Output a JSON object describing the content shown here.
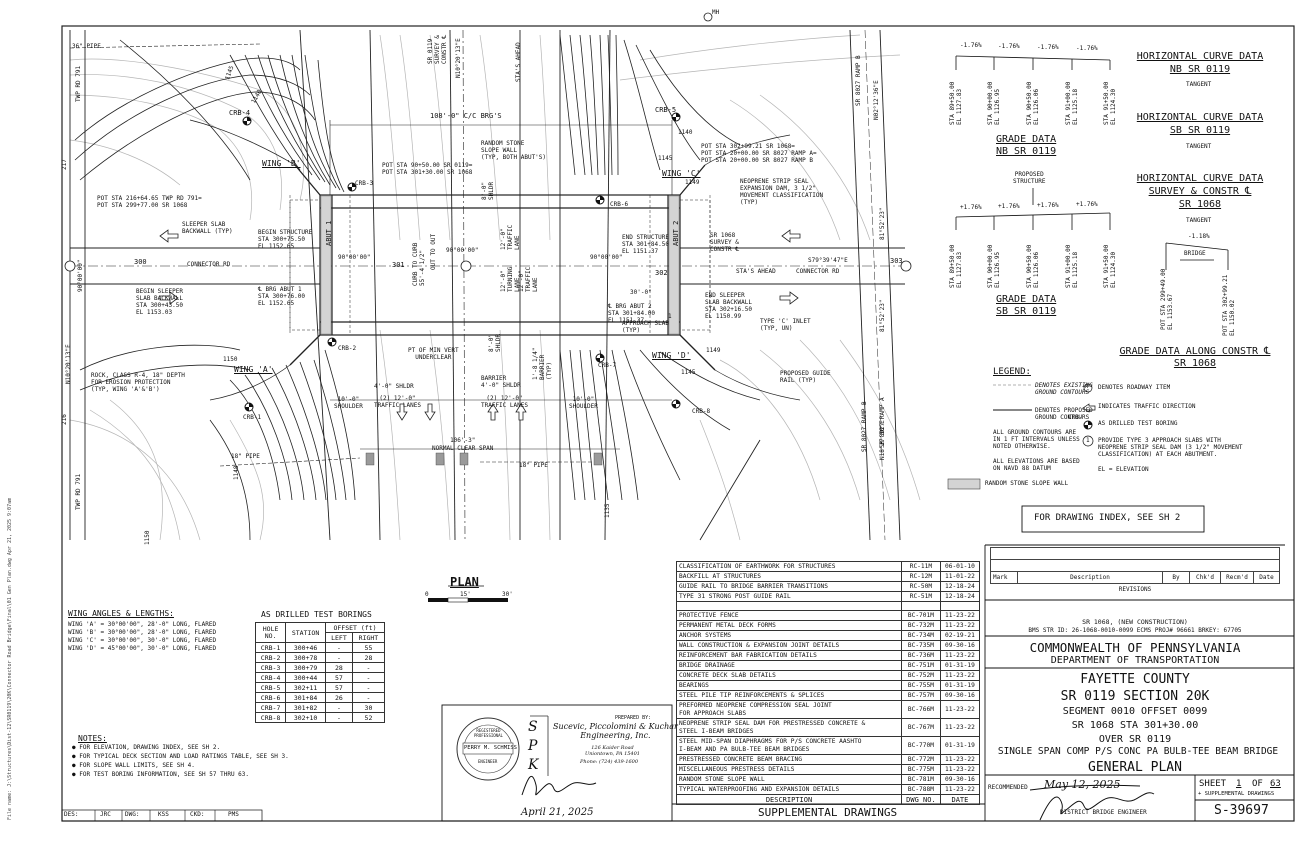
{
  "plan": {
    "label": "PLAN",
    "scale_ticks": [
      "0",
      "15'",
      "30'"
    ],
    "top_notes": {
      "pipe_36": "36\" PIPE",
      "pipe_18_left": "18\" PIPE",
      "pipe_18_right": "18\" PIPE",
      "span_108": "108'-0\" C/C BRG'S",
      "random_stone": "RANDOM STONE\nSLOPE WALL\n(TYP, BOTH ABUT'S)",
      "sr0119_survey": "SR 0119\nSURVEY &\nCONSTR ℄",
      "bearing_n10": "N10°20'13\"E",
      "stas_ahead_top": "STA'S AHEAD",
      "pot_left": "POT STA 90+50.00 SR 0119=\nPOT STA 301+30.00 SR 1068",
      "pot_right": "POT STA 302+99.21 SR 1068=\nPOT STA 20+00.00 SR 8027 RAMP A=\nPOT STA 20+00.00 SR 8027 RAMP B",
      "pot_far_left": "POT STA 216+64.65 TWP RD 791=\nPOT STA 299+77.00 SR 1068",
      "sleeper_slab_left": "SLEEPER SLAB\nBACKWALL (TYP)",
      "begin_structure": "BEGIN STRUCTURE\nSTA 300+75.50\nEL 1152.65",
      "begin_sleeper": "BEGIN SLEEPER\nSLAB BACKWALL\nSTA 300+43.50\nEL 1153.03",
      "brg_abut1": "℄ BRG ABUT 1\nSTA 300+76.00\nEL 1152.65",
      "connector_rd_left": "CONNECTOR RD",
      "station_300": "300",
      "station_301": "301",
      "station_302": "302",
      "station_303": "303",
      "curb_to_curb": "CURB TO CURB\n55'-4 1/2\"",
      "out_to_out": "OUT TO OUT",
      "angle_90_a": "90°00'00\"",
      "angle_90_b": "90°00'00\"",
      "angle_90_c": "90°00'00\"",
      "angle_90_d": "90°00'00\"",
      "shldr_8": "8'-0\"\nSHLDR",
      "lane_12a": "12'-0\"\nTRAFFIC\nLANE",
      "lane_12b": "12'-0\"\nTURNING\nLANE",
      "lane_12c": "12'-0\"\nTRAFFIC\nLANE",
      "end_structure": "END STRUCTURE\nSTA 301+84.50\nEL 1151.37",
      "sr1068_survey": "SR 1068\nSURVEY &\nCONSTR ℄",
      "brg_abut2": "℄ BRG ABUT 2\nSTA 301+84.00\nEL 1151.37",
      "neoprene": "NEOPRENE STRIP SEAL\nEXPANSION DAM, 3 1/2\"\nMOVEMENT CLASSIFICATION\n(TYP)",
      "s79": "S79°39'47\"E",
      "stas_ahead_mid": "STA'S AHEAD",
      "connector_rd_right": "CONNECTOR RD",
      "approach_30": "30'-0\"",
      "approach_slab": "APPROACH SLAB\n(TYP)",
      "end_sleeper": "END SLEEPER\nSLAB BACKWALL\nSTA 302+16.50\nEL 1150.99",
      "type_c_inlet": "TYPE 'C' INLET\n(TYP, UN)",
      "proposed_guide": "PROPOSED GUIDE\nRAIL (TYP)",
      "wing_a": "WING 'A'",
      "wing_b": "WING 'B'",
      "wing_c": "WING 'C'",
      "wing_d": "WING 'D'",
      "abut1": "ABUT 1",
      "abut2": "ABUT 2",
      "pt_min_vert": "PT OF MIN VERT\nUNDERCLEAR",
      "rock_class": "ROCK, CLASS R-4, 18\" DEPTH\nFOR EROSION PROTECTION\n(TYP, WING 'A'&'B')",
      "shldr_4a": "4'-0\" SHLDR",
      "lanes_2x12a": "(2) 12'-0\"\nTRAFFIC LANES",
      "barrier": "BARRIER\n4'-0\" SHLDR",
      "lanes_2x12b": "(2) 12'-0\"\nTRAFFIC LANES",
      "shoulder_10a": "10'-0\"\nSHOULDER",
      "shoulder_10b": "10'-0\"\nSHOULDER",
      "barrier_18": "1'-8 1/4\"\nBARRIER\n(TYP)",
      "shldr_8b": "8'-0\"\nSHLDR",
      "normal_clear": "106'-3\"\nNORMAL CLEAR SPAN",
      "sr_8027_ramp_b": "SR 8027 RAMP B",
      "sr_8027_ramp_a": "SR 8027 RAMP A",
      "n02": "N02°12'36\"E",
      "n18": "N18°27'50\"E",
      "n81a": "81°52'23\"",
      "n81b": "81°52'23\"",
      "n90": "90°00'00\"",
      "n10": "N10°20'13\"E",
      "twp_rd_791_top": "TWP RD 791",
      "twp_rd_791_bot": "TWP RD 791",
      "sr0119_bot": "SR 0119",
      "sr0119_bot2": "SR 0119",
      "sta_216": "216",
      "sta_217": "217",
      "contour_1140": "1140",
      "contour_1145": "1145",
      "contour_1150": "1150",
      "contour_1135": "1135",
      "contour_1149": "1149",
      "contour_1148": "1148",
      "mh": "MH",
      "crb1": "CRB-1",
      "crb2": "CRB-2",
      "crb3": "CRB-3",
      "crb4": "CRB-4",
      "crb5": "CRB-5",
      "crb6": "CRB-6",
      "crb7": "CRB-7",
      "crb8": "CRB-8",
      "circle_r": "R",
      "circle_1": "1"
    }
  },
  "grade": {
    "nb_title": "GRADE DATA\nNB SR 0119",
    "sb_title": "GRADE DATA\nSB SR 0119",
    "constr_title": "GRADE DATA ALONG CONSTR ℄\nSR 1068",
    "nb_slopes": [
      "-1.76%",
      "-1.76%",
      "-1.76%",
      "-1.76%"
    ],
    "sb_slopes": [
      "+1.76%",
      "+1.76%",
      "+1.76%",
      "+1.76%"
    ],
    "nb_stations": [
      "STA 89+50.00\nEL 1127.83",
      "STA 90+00.00\nEL 1126.95",
      "STA 90+50.00\nEL 1126.06",
      "STA 91+00.00\nEL 1125.18",
      "STA 91+50.00\nEL 1124.30"
    ],
    "sb_stations": [
      "STA 89+50.00\nEL 1127.83",
      "STA 90+00.00\nEL 1126.95",
      "STA 90+50.00\nEL 1126.06",
      "STA 91+00.00\nEL 1125.18",
      "STA 91+50.00\nEL 1124.30"
    ],
    "proposed_structure": "PROPOSED\nSTRUCTURE",
    "constr_slope": "-1.18%",
    "bridge": "BRIDGE",
    "constr_stations": [
      "POT STA 299+49.00\nEL 1153.67",
      "POT STA 302+99.21\nEL 1150.02"
    ]
  },
  "hcurve": {
    "nb_title": "HORIZONTAL CURVE DATA\nNB SR 0119",
    "nb_sub": "TANGENT",
    "sb_title": "HORIZONTAL CURVE DATA\nSB SR 0119",
    "sb_sub": "TANGENT",
    "survey_title": "HORIZONTAL CURVE DATA\nSURVEY & CONSTR ℄\nSR 1068",
    "survey_sub": "TANGENT"
  },
  "legend": {
    "title": "LEGEND:",
    "items": [
      {
        "sym": "---1140---",
        "text": "DENOTES EXISTING\nGROUND CONTOURS"
      },
      {
        "sym": "——1140——",
        "text": "DENOTES PROPOSED\nGROUND CONTOURS"
      }
    ],
    "bullets": [
      "ALL GROUND CONTOURS ARE\nIN 1 FT INTERVALS UNLESS\nNOTED OTHERWISE.",
      "ALL ELEVATIONS ARE BASED\nON NAVD 88 DATUM"
    ],
    "slope_wall": "RANDOM STONE SLOPE WALL",
    "right_items": [
      {
        "sym": "R",
        "text": "DENOTES ROADWAY ITEM"
      },
      {
        "sym": "arrow",
        "text": "INDICATES TRAFFIC DIRECTION"
      },
      {
        "sym": "CRB-",
        "text": "AS DRILLED TEST BORING"
      },
      {
        "sym": "1",
        "text": "PROVIDE TYPE 3 APPROACH SLABS WITH\nNEOPRENE STRIP SEAL DAM (3 1/2\" MOVEMENT\nCLASSIFICATION) AT EACH ABUTMENT."
      }
    ],
    "el_note": "EL = ELEVATION"
  },
  "drawing_index": "FOR DRAWING INDEX, SEE SH 2",
  "revisions": {
    "headers": [
      "Mark",
      "Description",
      "By",
      "Chk'd",
      "Recm'd",
      "Date"
    ],
    "label": "REVISIONS"
  },
  "title_block": {
    "sr_line": "SR 1068, (NEW CONSTRUCTION)",
    "bms_line": "BMS STR ID: 26-1068-0010-0099   ECMS PROJ# 96661 BRKEY: 67705",
    "commonwealth": "COMMONWEALTH OF PENNSYLVANIA",
    "department": "DEPARTMENT OF TRANSPORTATION",
    "county": "FAYETTE COUNTY",
    "section": "SR 0119 SECTION 20K",
    "segment": "SEGMENT 0010 OFFSET 0099",
    "station": "SR 1068  STA 301+30.00",
    "over": "OVER SR 0119",
    "desc": "SINGLE SPAN COMP P/S CONC PA BULB-TEE BEAM BRIDGE",
    "general_plan": "GENERAL PLAN",
    "recommended": "RECOMMENDED",
    "rec_date": "May 12, 2025",
    "engineer": "DISTRICT BRIDGE ENGINEER",
    "sheet": "SHEET",
    "sheet_num": "1",
    "of": "OF",
    "sheet_total": "63",
    "supplemental_note": "+ SUPPLEMENTAL DRAWINGS",
    "drawing_no": "S-39697"
  },
  "supplemental": {
    "footer": "SUPPLEMENTAL DRAWINGS",
    "header": [
      "DESCRIPTION",
      "DWG NO.",
      "DATE"
    ],
    "rows": [
      [
        "CLASSIFICATION OF EARTHWORK FOR STRUCTURES",
        "RC-11M",
        "06-01-10"
      ],
      [
        "BACKFILL AT STRUCTURES",
        "RC-12M",
        "11-01-22"
      ],
      [
        "GUIDE RAIL TO BRIDGE BARRIER TRANSITIONS",
        "RC-50M",
        "12-18-24"
      ],
      [
        "TYPE 31 STRONG POST GUIDE RAIL",
        "RC-51M",
        "12-18-24"
      ],
      [
        "",
        "",
        ""
      ],
      [
        "PROTECTIVE FENCE",
        "BC-701M",
        "11-23-22"
      ],
      [
        "PERMANENT METAL DECK FORMS",
        "BC-732M",
        "11-23-22"
      ],
      [
        "ANCHOR SYSTEMS",
        "BC-734M",
        "02-19-21"
      ],
      [
        "WALL CONSTRUCTION & EXPANSION JOINT DETAILS",
        "BC-735M",
        "09-30-16"
      ],
      [
        "REINFORCEMENT BAR FABRICATION DETAILS",
        "BC-736M",
        "11-23-22"
      ],
      [
        "BRIDGE DRAINAGE",
        "BC-751M",
        "01-31-19"
      ],
      [
        "CONCRETE DECK SLAB DETAILS",
        "BC-752M",
        "11-23-22"
      ],
      [
        "BEARINGS",
        "BC-755M",
        "01-31-19"
      ],
      [
        "STEEL PILE TIP REINFORCEMENTS & SPLICES",
        "BC-757M",
        "09-30-16"
      ],
      [
        "PREFORMED NEOPRENE COMPRESSION SEAL JOINT\nFOR APPROACH SLABS",
        "BC-766M",
        "11-23-22"
      ],
      [
        "NEOPRENE STRIP SEAL DAM FOR PRESTRESSED CONCRETE &\nSTEEL I-BEAM BRIDGES",
        "BC-767M",
        "11-23-22"
      ],
      [
        "STEEL MID-SPAN DIAPHRAGMS FOR P/S CONCRETE AASHTO\nI-BEAM AND PA BULB-TEE BEAM BRIDGES",
        "BC-770M",
        "01-31-19"
      ],
      [
        "PRESTRESSED CONCRETE BEAM BRACING",
        "BC-772M",
        "11-23-22"
      ],
      [
        "MISCELLANEOUS PRESTRESS DETAILS",
        "BC-775M",
        "11-23-22"
      ],
      [
        "RANDOM STONE SLOPE WALL",
        "BC-781M",
        "09-30-16"
      ],
      [
        "TYPICAL WATERPROOFING AND EXPANSION DETAILS",
        "BC-788M",
        "11-23-22"
      ]
    ]
  },
  "borings": {
    "title": "AS DRILLED TEST BORINGS",
    "headers": [
      "HOLE\nNO.",
      "STATION",
      "OFFSET (ft)",
      "LEFT",
      "RIGHT"
    ],
    "rows": [
      [
        "CRB-1",
        "300+46",
        "-",
        "55"
      ],
      [
        "CRB-2",
        "300+78",
        "-",
        "28"
      ],
      [
        "CRB-3",
        "300+79",
        "28",
        "-"
      ],
      [
        "CRB-4",
        "300+44",
        "57",
        "-"
      ],
      [
        "CRB-5",
        "302+11",
        "57",
        "-"
      ],
      [
        "CRB-6",
        "301+84",
        "26",
        "-"
      ],
      [
        "CRB-7",
        "301+82",
        "-",
        "30"
      ],
      [
        "CRB-8",
        "302+10",
        "-",
        "52"
      ]
    ]
  },
  "wings": {
    "title": "WING ANGLES & LENGTHS:",
    "lines": [
      "WING 'A' = 30°00'00\", 28'-0\" LONG, FLARED",
      "WING 'B' = 30°00'00\", 28'-0\" LONG, FLARED",
      "WING 'C' = 30°00'00\", 30'-0\" LONG, FLARED",
      "WING 'D' = 45°00'00\", 30'-0\" LONG, FLARED"
    ]
  },
  "notes": {
    "title": "NOTES:",
    "items": [
      "FOR ELEVATION, DRAWING INDEX, SEE SH 2.",
      "FOR TYPICAL DECK SECTION AND LOAD RATINGS TABLE, SEE SH 3.",
      "FOR SLOPE WALL LIMITS, SEE SH 4.",
      "FOR TEST BORING INFORMATION, SEE SH 57 THRU 63."
    ]
  },
  "engineer_block": {
    "prepared_by": "PREPARED BY:",
    "firm": "Sucevic, Piccolomini & Kuchar\nEngineering, Inc.",
    "address": "126 Kaider Road\nUniontown, PA 15401",
    "phone": "Phone: (724) 439-1600",
    "seal_name": "PERRY M. SCHMISS",
    "seal_top": "REGISTERED\nPROFESSIONAL",
    "seal_bottom": "ENGINEER",
    "logo": "SPK",
    "date": "April 21, 2025"
  },
  "footer_block": {
    "fields": [
      "DES:",
      "JRC",
      "DWG:",
      "KSS",
      "CKD:",
      "PMS"
    ]
  },
  "side_path": "File name: J:\\Structures\\Dist-12\\SR0119\\20K\\Connector Road Bridge\\Final\\01 Gen Plan.dwg  Apr 21, 2025 9:07am",
  "colors": {
    "ink": "#111111",
    "grey": "#8a8a8a",
    "light": "#bdbdbd"
  }
}
